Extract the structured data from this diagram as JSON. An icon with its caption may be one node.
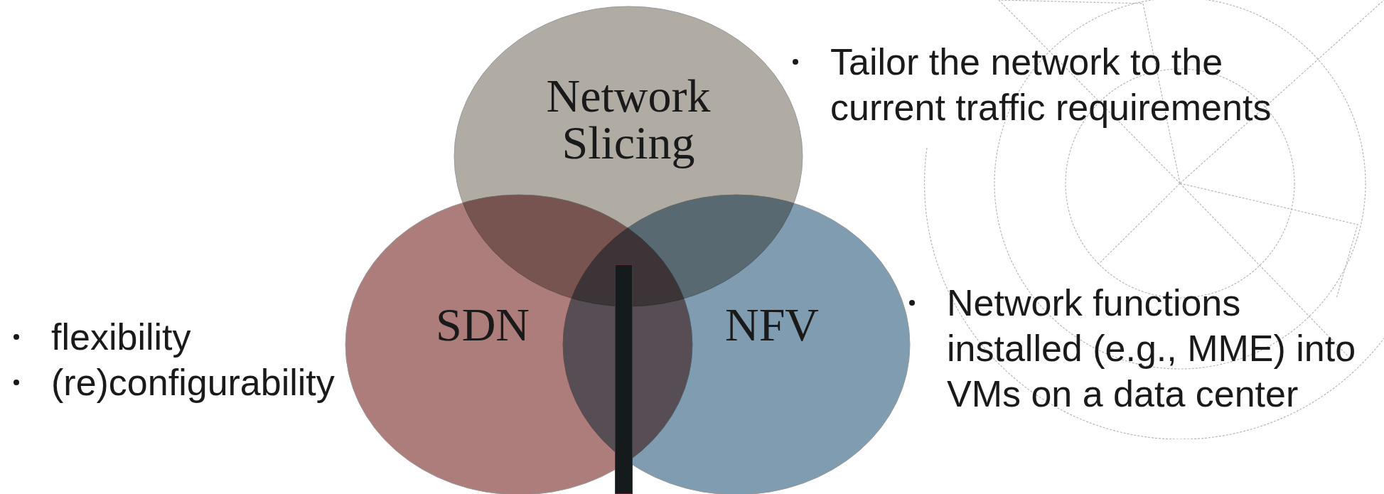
{
  "diagram": {
    "nodes": [
      {
        "text": [
          "Network Slicing"
        ]
      },
      {
        "text": [
          "SDN"
        ]
      },
      {
        "text": [
          "NFV"
        ]
      },
      {
        "text": [],
        "shape": "bar"
      }
    ],
    "labels": [
      "Tailor the network to the current traffic requirements",
      "Network functions installed (e.g., MME) into VMs on a data center",
      "flexibility",
      "(re)configurability"
    ]
  }
}
